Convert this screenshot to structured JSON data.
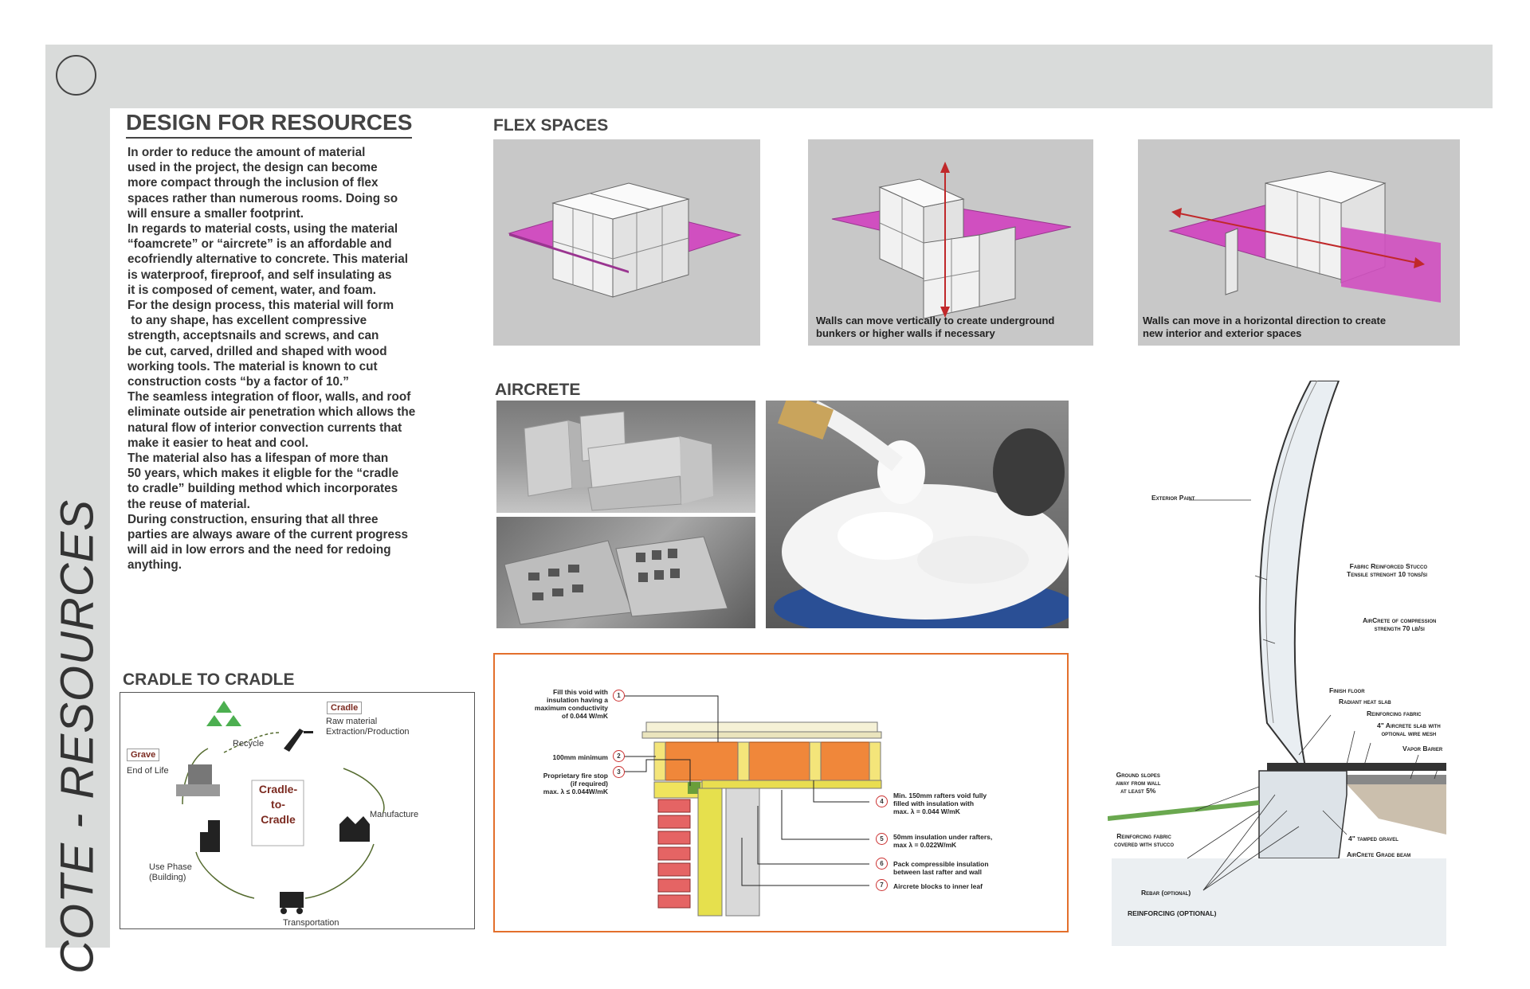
{
  "sidebar": {
    "title": "COTE - RESOURCES"
  },
  "design_for_resources": {
    "title": "DESIGN FOR RESOURCES",
    "lines": [
      "In order to reduce the amount of material",
      "used in the project, the design can become",
      "more compact through the inclusion of flex",
      "spaces rather than numerous rooms. Doing so",
      "will ensure a smaller footprint.",
      "In regards to material costs, using the material",
      "“foamcrete” or “aircrete” is an affordable and",
      "ecofriendly alternative to concrete. This material",
      "is waterproof, fireproof, and self insulating as",
      "it is composed of cement, water, and foam.",
      "For the design process, this material will form",
      " to any shape, has excellent compressive",
      "strength, acceptsnails and screws, and can",
      "be cut, carved, drilled and shaped with wood",
      "working tools. The material is known to cut",
      "construction costs “by a factor of 10.”",
      "The seamless integration of floor, walls, and roof",
      "eliminate outside air penetration which allows the",
      "natural flow of interior convection currents that",
      "make it easier to heat and cool.",
      "The material also has a lifespan of more than",
      "50 years, which makes it eligble for the “cradle",
      "to cradle” building method which incorporates",
      "the reuse of material.",
      "During construction, ensuring that all three",
      "parties are always aware of the current progress",
      "will aid in low errors and the need for redoing",
      "anything."
    ]
  },
  "flex_spaces": {
    "title": "FLEX SPACES",
    "captions": [
      "",
      "Walls can move vertically to create underground\nbunkers or higher walls if necessary",
      "Walls can move in a horizontal direction to create\nnew interior and exterior spaces"
    ]
  },
  "aircrete": {
    "title": "AIRCRETE"
  },
  "detail_section": {
    "items": [
      {
        "num": "1",
        "text": "Fill this void with\ninsulation having a\nmaximum conductivity\nof 0.044 W/mK"
      },
      {
        "num": "2",
        "text": "100mm minimum"
      },
      {
        "num": "3",
        "text": "Proprietary fire stop\n(if required)\nmax. λ ≤ 0.044W/mK"
      },
      {
        "num": "4",
        "text": "Min. 150mm rafters void fully\nfilled with insulation with\nmax. λ = 0.044 W/mK"
      },
      {
        "num": "5",
        "text": "50mm insulation under rafters,\nmax λ = 0.022W/mK"
      },
      {
        "num": "6",
        "text": "Pack compressible insulation\nbetween last rafter and wall"
      },
      {
        "num": "7",
        "text": "Aircrete blocks to inner leaf"
      }
    ]
  },
  "wall_section": {
    "labels": {
      "exterior_paint": "Exterior Paint",
      "stucco": "Fabric Reinforced Stucco\nTensile strenght 10 tons/si",
      "aircrete": "AirCrete of compression\nstrength 70 lb/si",
      "finish_floor": "Finish floor",
      "radiant": "Radiant heat slab",
      "reinforcing_fabric": "Reinforcing fabric",
      "slab": "4\" Aircrete slab with\noptional wire mesh",
      "vapor": "Vapor Barier",
      "ground": "Ground slopes\naway from wall\nat least 5%",
      "reinf_stucco": "Reinforcing fabric\ncovered with stucco",
      "gravel": "4\" tamped gravel",
      "grade_beam": "AirCrete Grade beam",
      "rebar": "Rebar (optional)",
      "reinforcing_opt": "REINFORCING (OPTIONAL)"
    }
  },
  "cradle": {
    "title": "CRADLE TO CRADLE",
    "center": "Cradle-\nto-\nCradle",
    "tag_cradle": "Cradle",
    "tag_grave": "Grave",
    "raw": "Raw material\nExtraction/Production",
    "recycle": "Recycle",
    "end_life": "End of Life",
    "manufacture": "Manufacture",
    "use_phase": "Use Phase\n(Building)",
    "transport": "Transportation"
  },
  "colors": {
    "accent_orange": "#e36f2c",
    "panel_gray": "#c8c8c8",
    "magenta": "#d04fc0",
    "bar_gray": "#d9dbda"
  }
}
